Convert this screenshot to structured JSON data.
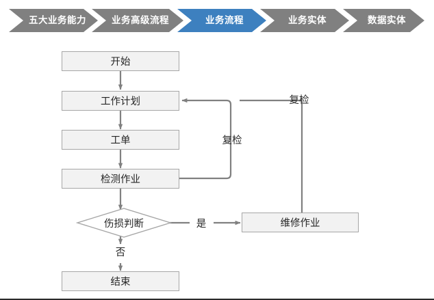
{
  "breadcrumb": {
    "active_color": "#3d80bf",
    "inactive_color": "#808080",
    "text_color": "#ffffff",
    "items": [
      {
        "label": "五大业务能力",
        "active": false
      },
      {
        "label": "业务高级流程",
        "active": false
      },
      {
        "label": "业务流程",
        "active": true
      },
      {
        "label": "业务实体",
        "active": false
      },
      {
        "label": "数据实体",
        "active": false
      }
    ]
  },
  "flowchart": {
    "node_fill": "#f2f2f2",
    "node_border": "#a6a6a6",
    "line_color": "#808080",
    "text_color": "#262626",
    "nodes": [
      {
        "id": "start",
        "label": "开始",
        "shape": "rect"
      },
      {
        "id": "work_plan",
        "label": "工作计划",
        "shape": "rect"
      },
      {
        "id": "work_order",
        "label": "工单",
        "shape": "rect"
      },
      {
        "id": "inspection",
        "label": "检测作业",
        "shape": "rect"
      },
      {
        "id": "damage_decision",
        "label": "伤损判断",
        "shape": "diamond"
      },
      {
        "id": "repair",
        "label": "维修作业",
        "shape": "rect"
      },
      {
        "id": "end",
        "label": "结束",
        "shape": "rect"
      }
    ],
    "edge_labels": [
      {
        "id": "recheck_inner",
        "label": "复检"
      },
      {
        "id": "recheck_outer",
        "label": "复检"
      },
      {
        "id": "yes",
        "label": "是"
      },
      {
        "id": "no",
        "label": "否"
      }
    ]
  }
}
